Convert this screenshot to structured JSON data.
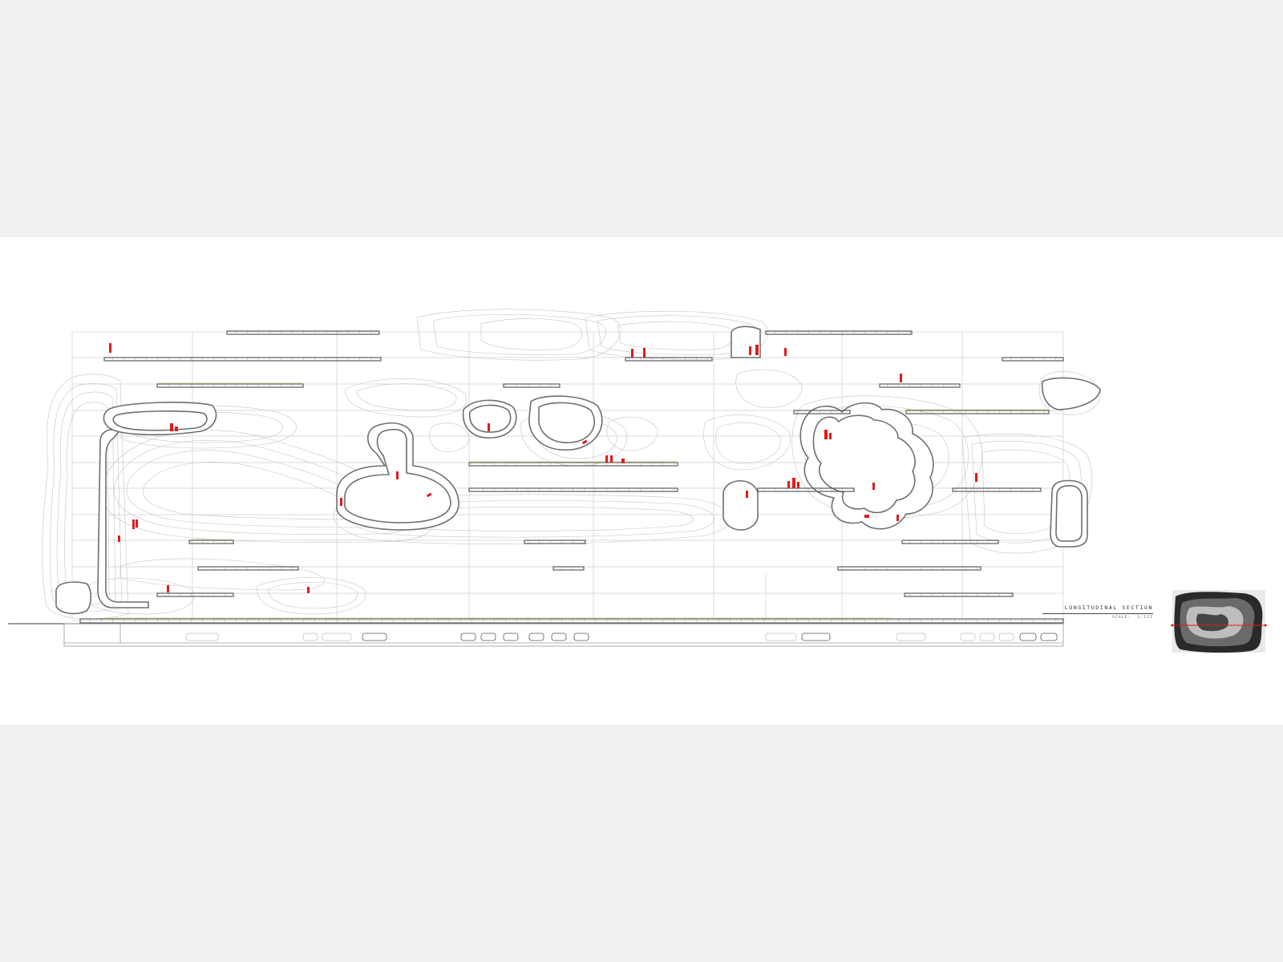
{
  "drawing": {
    "title": "LONGITUDINAL SECTION",
    "scale_label": "SCALE",
    "scale_value": "1:125"
  },
  "colors": {
    "background": "#f1f1f1",
    "sheet": "#ffffff",
    "linework": "#8a8a8a",
    "contours": "#c4c4c4",
    "figures": "#e01b1b",
    "slab_accent": "#d8d39a"
  },
  "key_plan": {
    "icon": "key-plan-thumbnail",
    "section_line_color": "#e01b1b"
  }
}
